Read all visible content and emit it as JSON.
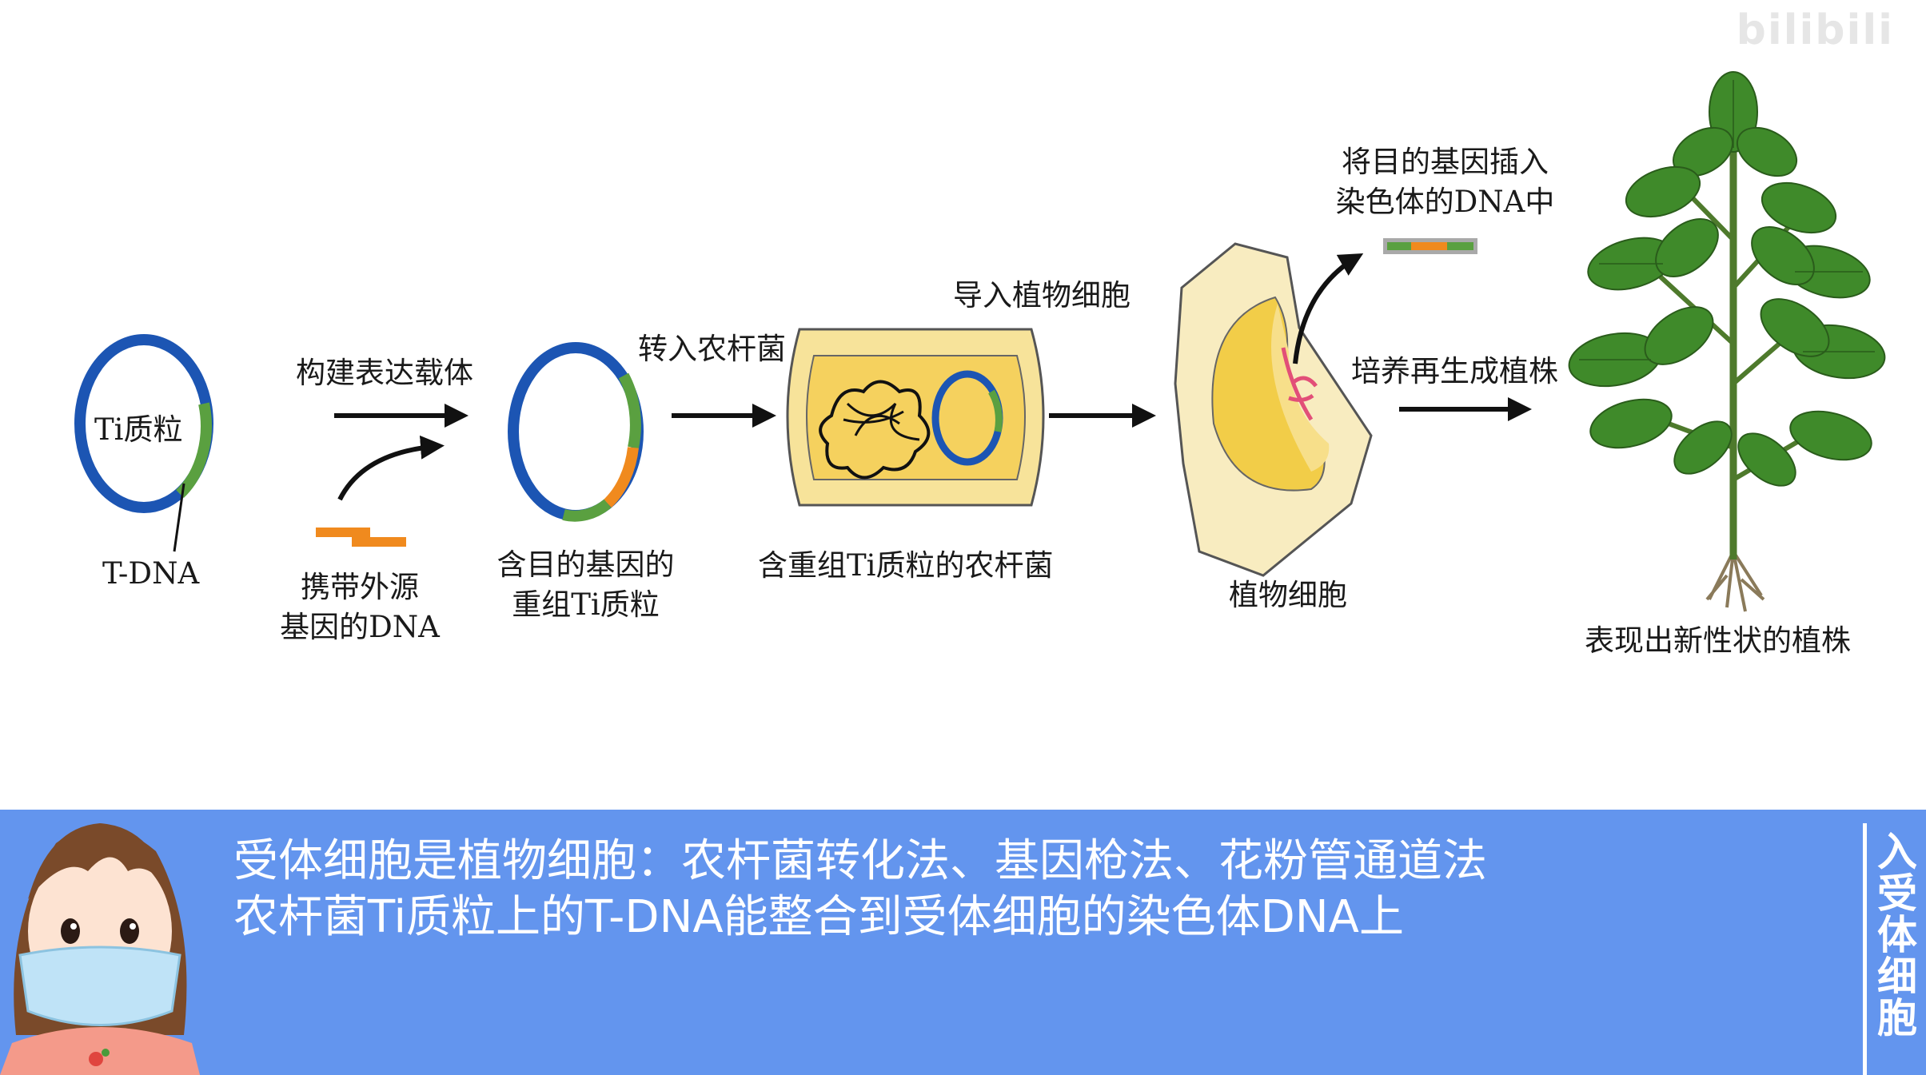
{
  "watermark": "bilibili",
  "labels": {
    "ti_plasmid": "Ti质粒",
    "t_dna": "T-DNA",
    "build_vector": "构建表达载体",
    "donor_dna": [
      "携带外源",
      "基因的DNA"
    ],
    "recombinant_plasmid": [
      "含目的基因的",
      "重组Ti质粒"
    ],
    "into_agro": "转入农杆菌",
    "agro_with_plasmid": "含重组Ti质粒的农杆菌",
    "into_plant_cell": "导入植物细胞",
    "insert_gene": [
      "将目的基因插入",
      "染色体的DNA中"
    ],
    "plant_cell": "植物细胞",
    "regenerate": "培养再生成植株",
    "new_trait_plant": "表现出新性状的植株"
  },
  "caption": {
    "line1": "受体细胞是植物细胞：农杆菌转化法、基因枪法、花粉管通道法",
    "line2": "农杆菌Ti质粒上的T-DNA能整合到受体细胞的染色体DNA上"
  },
  "side_text": "入受体细胞",
  "colors": {
    "plasmid_blue": "#1c55b3",
    "tdna_green": "#5aa040",
    "gene_orange": "#f08a1e",
    "cell_yellow": "#f7d86a",
    "banner_blue": "#6395ee",
    "leaf_green": "#3f8a2a"
  }
}
